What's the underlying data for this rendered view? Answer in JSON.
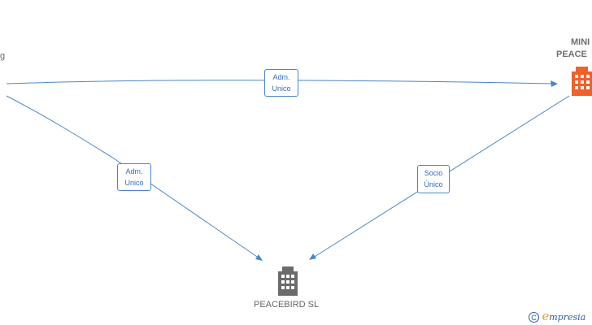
{
  "nodes": {
    "left_person": {
      "label": "g"
    },
    "top_right_company": {
      "line1": "MINI",
      "line2": "PEACE",
      "icon": "building-icon",
      "color": "#f0602a"
    },
    "bottom_company": {
      "label": "PEACEBIRD  SL",
      "icon": "building-icon",
      "color": "#6b6b6b"
    }
  },
  "edges": {
    "top": {
      "line1": "Adm.",
      "line2": "Unico"
    },
    "left": {
      "line1": "Adm.",
      "line2": "Unico"
    },
    "right": {
      "line1": "Socio",
      "line2": "Único"
    }
  },
  "footer": {
    "copyright_symbol": "C",
    "brand_first": "e",
    "brand_rest": "mpresia"
  },
  "colors": {
    "edge": "#4a86c8",
    "label_text": "#2f6db5",
    "highlight_node": "#f0602a",
    "neutral_node": "#6b6b6b"
  }
}
